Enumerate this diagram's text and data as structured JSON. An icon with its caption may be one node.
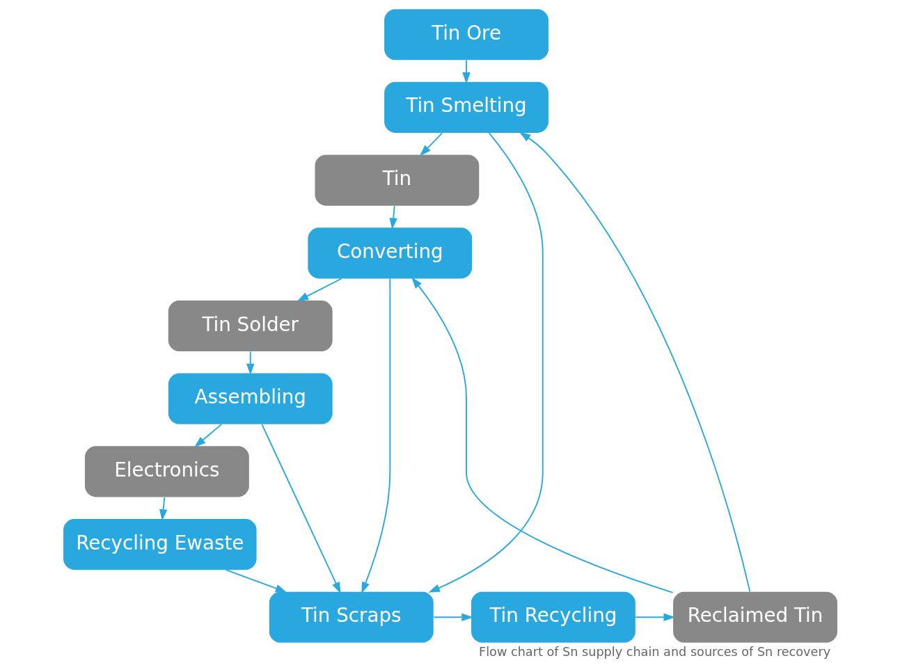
{
  "diagram": {
    "caption": "Flow chart of Sn supply chain and sources of Sn recovery",
    "nodes": [
      {
        "text": [
          "Tin Ore"
        ]
      },
      {
        "text": [
          "Tin Smelting"
        ]
      },
      {
        "text": [
          "Tin"
        ]
      },
      {
        "text": [
          "Converting"
        ]
      },
      {
        "text": [
          "Tin Solder"
        ]
      },
      {
        "text": [
          "Assembling"
        ]
      },
      {
        "text": [
          "Electronics"
        ]
      },
      {
        "text": [
          "Recycling Ewaste"
        ]
      },
      {
        "text": [
          "Tin Scraps"
        ]
      },
      {
        "text": [
          "Tin Recycling"
        ]
      },
      {
        "text": [
          "Reclaimed Tin"
        ]
      }
    ],
    "edges": [
      {
        "from": 0,
        "to": 1,
        "arrow": "to"
      },
      {
        "from": 1,
        "to": 2,
        "arrow": "to"
      },
      {
        "from": 2,
        "to": 3,
        "arrow": "to"
      },
      {
        "from": 3,
        "to": 4,
        "arrow": "to"
      },
      {
        "from": 4,
        "to": 5,
        "arrow": "to"
      },
      {
        "from": 5,
        "to": 6,
        "arrow": "to"
      },
      {
        "from": 6,
        "to": 7,
        "arrow": "to"
      },
      {
        "from": 1,
        "to": 8,
        "arrow": "to"
      },
      {
        "from": 3,
        "to": 8,
        "arrow": "to"
      },
      {
        "from": 5,
        "to": 8,
        "arrow": "to"
      },
      {
        "from": 7,
        "to": 8,
        "arrow": "to"
      },
      {
        "from": 8,
        "to": 9,
        "arrow": "to"
      },
      {
        "from": 9,
        "to": 10,
        "arrow": "to"
      },
      {
        "from": 10,
        "to": 1,
        "arrow": "to"
      },
      {
        "from": 10,
        "to": 3,
        "arrow": "to"
      }
    ]
  }
}
